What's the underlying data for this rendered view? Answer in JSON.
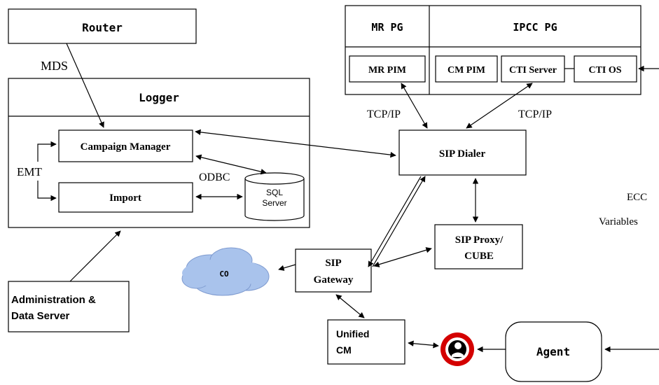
{
  "nodes": {
    "router": "Router",
    "logger": "Logger",
    "campaign_manager": "Campaign Manager",
    "import": "Import",
    "sql_server_line1": "SQL",
    "sql_server_line2": "Server",
    "admin_line1": "Administration &",
    "admin_line2": "Data Server",
    "mr_pg": "MR PG",
    "ipcc_pg": "IPCC PG",
    "mr_pim": "MR PIM",
    "cm_pim": "CM PIM",
    "cti_server": "CTI Server",
    "cti_os": "CTI OS",
    "sip_dialer": "SIP Dialer",
    "sip_proxy_line1": "SIP Proxy/",
    "sip_proxy_line2": "CUBE",
    "sip_gateway_line1": "SIP",
    "sip_gateway_line2": "Gateway",
    "co": "CO",
    "unified_cm_line1": "Unified",
    "unified_cm_line2": "CM",
    "agent": "Agent"
  },
  "labels": {
    "mds": "MDS",
    "emt": "EMT",
    "odbc": "ODBC",
    "tcpip_left": "TCP/IP",
    "tcpip_right": "TCP/IP",
    "ecc": "ECC",
    "variables": "Variables"
  },
  "icons": {
    "agent_phone": "headset-agent-icon",
    "cloud": "cloud-icon",
    "database": "database-cylinder-icon"
  },
  "colors": {
    "cloud_fill": "#a9c3ec",
    "phone_ring": "#d40000"
  }
}
